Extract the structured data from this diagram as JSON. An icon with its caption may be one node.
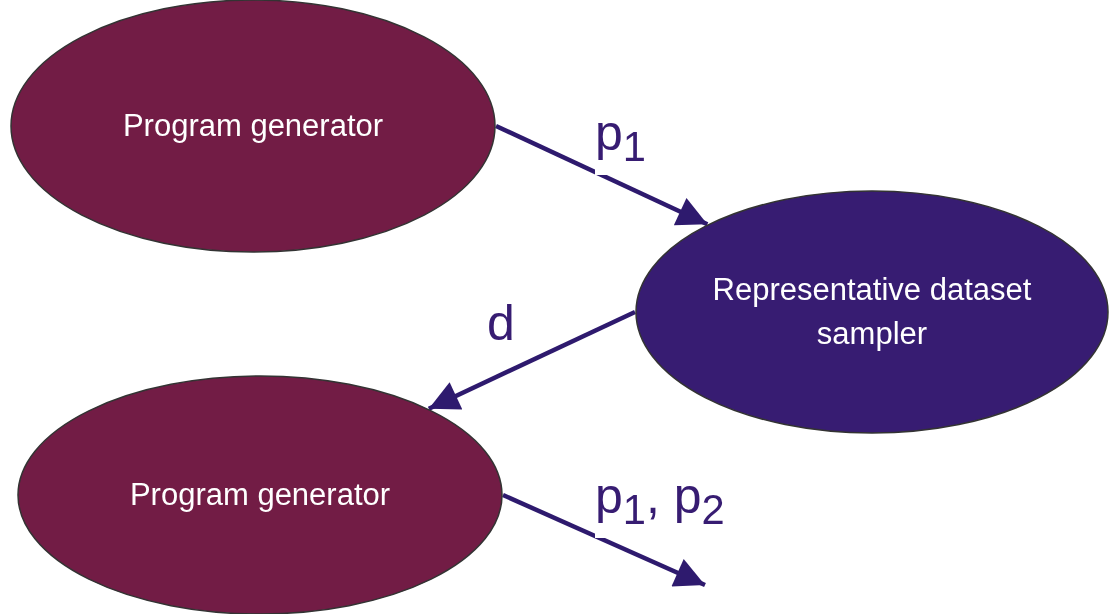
{
  "diagram": {
    "nodes": [
      {
        "text": [
          "Program generator"
        ]
      },
      {
        "text": [
          "Representative dataset sampler"
        ]
      },
      {
        "text": [
          "Program generator"
        ]
      }
    ],
    "edges": [
      {
        "from": 0,
        "to": 1,
        "arrow": "to",
        "label": "p$_{1}$"
      },
      {
        "from": 1,
        "to": 2,
        "arrow": "to",
        "label": "d"
      },
      {
        "from": 2,
        "to": null,
        "arrow": "to",
        "label": "p$_{1}$, p$_{2}$"
      }
    ]
  }
}
